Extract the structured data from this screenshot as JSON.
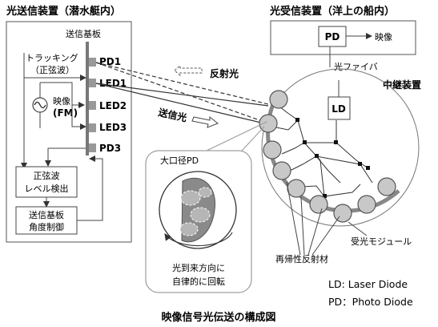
{
  "transmitter": {
    "title": "光送信装置（潜水艇内）",
    "board_label": "送信基板",
    "tracking_label_1": "トラッキング",
    "tracking_label_2": "（正弦波）",
    "video_label": "映像",
    "fm_label": "(FM)",
    "pd1": "PD1",
    "led1": "LED1",
    "led2": "LED2",
    "led3": "LED3",
    "pd3": "PD3",
    "sine_box_1": "正弦波",
    "sine_box_2": "レベル検出",
    "angle_box_1": "送信基板",
    "angle_box_2": "角度制御"
  },
  "receiver": {
    "title": "光受信装置（洋上の船内）",
    "pd_box": "PD",
    "video_out": "映像"
  },
  "signals": {
    "reflected_light": "反射光",
    "transmitted_light": "送信光"
  },
  "relay": {
    "fiber_label": "光ファイバ",
    "relay_label": "中継装置",
    "ld_box": "LD",
    "receiver_module": "受光モジュール",
    "retroreflector": "再帰性反射材"
  },
  "zoom": {
    "large_pd": "大口径PD",
    "rotate_1": "光到来方向に",
    "rotate_2": "自律的に回転"
  },
  "legend": {
    "ld": "LD: Laser Diode",
    "pd": "PD：Photo Diode"
  },
  "caption": "映像信号光伝送の構成図"
}
